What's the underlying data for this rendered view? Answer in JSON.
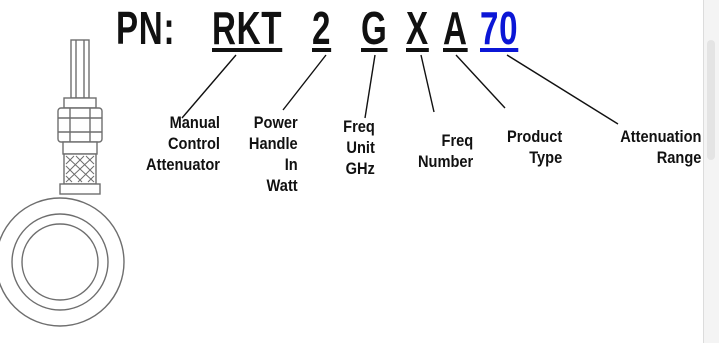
{
  "part_number": {
    "prefix": "PN:",
    "codes": [
      "RKT",
      "2",
      "G",
      "X",
      "A",
      "70"
    ]
  },
  "labels": {
    "manual_control_attenuator": [
      "Manual",
      "Control",
      "Attenuator"
    ],
    "power_handle": [
      "Power",
      "Handle",
      "In",
      "Watt"
    ],
    "freq_unit": [
      "Freq",
      "Unit",
      "GHz"
    ],
    "freq_number": [
      "Freq",
      "Number"
    ],
    "product_type": [
      "Product",
      "Type"
    ],
    "attenuation_range": [
      "Attenuation",
      "Range"
    ]
  },
  "colors": {
    "text": "#111111",
    "link": "#0b16d6",
    "drawing": "#6e6e6e"
  }
}
